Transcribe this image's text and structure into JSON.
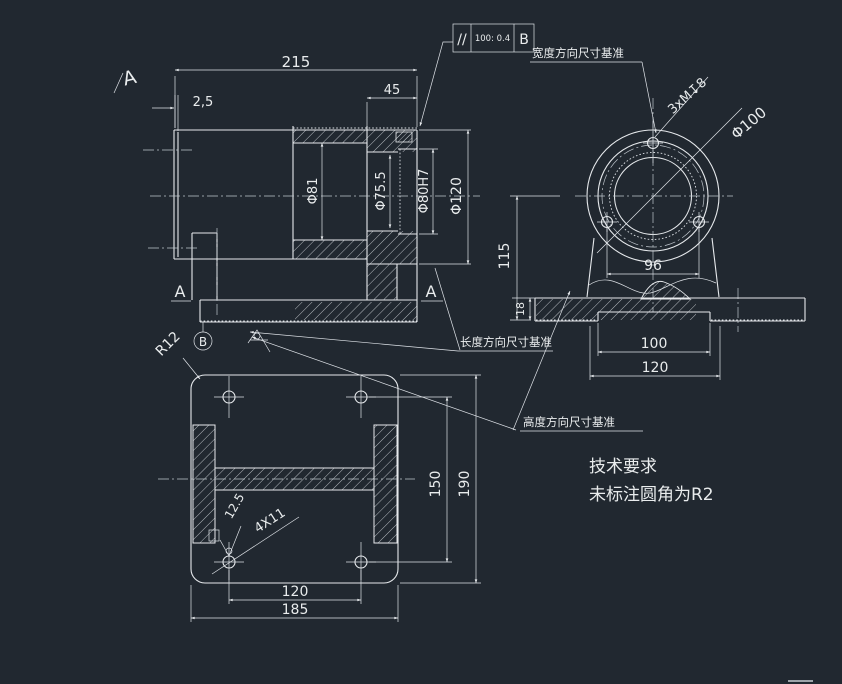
{
  "colors": {
    "background": "#212830",
    "line": "#e6e9ec",
    "text": "#e9eced"
  },
  "tolerance_frame": {
    "symbol": "//",
    "value": "100: 0.4",
    "datum": "B"
  },
  "labels": {
    "width_datum": "宽度方向尺寸基准",
    "length_datum": "长度方向尺寸基准",
    "height_datum": "高度方向尺寸基准"
  },
  "tech": {
    "title": "技术要求",
    "req": "未标注圆角为R2"
  },
  "section_view": {
    "letter": "A",
    "datum": "B",
    "dim_overall": "215",
    "dim_flange": "45",
    "dim_wall": "2,5",
    "dim_bore1": "Φ81",
    "dim_bore2": "Φ75.5",
    "dim_bore3": "Φ80H7",
    "dim_od": "Φ120"
  },
  "front_view": {
    "thread_note": "3xM↧8",
    "bolt_circle": "Φ100",
    "dim_height": "115",
    "dim_base_thk": "18",
    "dim_hole_span": "96",
    "dim_recess": "100",
    "dim_base": "120"
  },
  "plan_view": {
    "corner_radius": "R12",
    "holes_note": "4X11",
    "roughness": "12.5",
    "dim_holes_x": "120",
    "dim_width": "185",
    "dim_holes_y": "150",
    "dim_length": "190"
  }
}
